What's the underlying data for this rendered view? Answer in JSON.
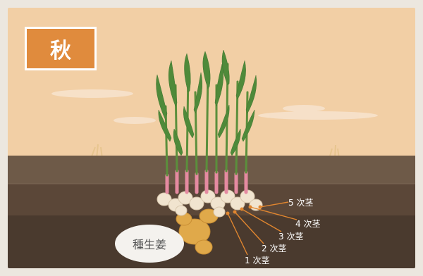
{
  "season": {
    "label": "秋"
  },
  "seed_ginger": {
    "label": "種生姜"
  },
  "stems": [
    {
      "label": "1 次茎"
    },
    {
      "label": "2 次茎"
    },
    {
      "label": "3 次茎"
    },
    {
      "label": "4 次茎"
    },
    {
      "label": "5 次茎"
    }
  ],
  "colors": {
    "sky": "#f2cfa5",
    "badge": "#e08b3d",
    "soil_top": "#6e5a48",
    "soil_mid": "#5b4738",
    "soil_deep": "#4a3a2e",
    "leaf": "#4f8a3a",
    "stem_base": "#e58aa1",
    "leader_line": "#e1862f",
    "ginger": "#e0a94a"
  }
}
